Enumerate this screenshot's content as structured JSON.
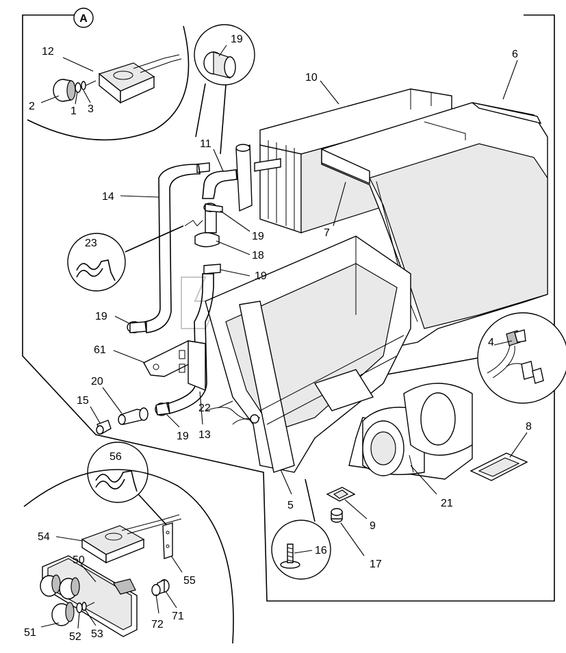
{
  "diagram": {
    "detail_marker": "A",
    "callouts": [
      {
        "id": "c1",
        "label": "1"
      },
      {
        "id": "c2",
        "label": "2"
      },
      {
        "id": "c3",
        "label": "3"
      },
      {
        "id": "c4",
        "label": "4"
      },
      {
        "id": "c5",
        "label": "5"
      },
      {
        "id": "c6",
        "label": "6"
      },
      {
        "id": "c7",
        "label": "7"
      },
      {
        "id": "c8",
        "label": "8"
      },
      {
        "id": "c9",
        "label": "9"
      },
      {
        "id": "c10",
        "label": "10"
      },
      {
        "id": "c11",
        "label": "11"
      },
      {
        "id": "c12",
        "label": "12"
      },
      {
        "id": "c13",
        "label": "13"
      },
      {
        "id": "c14",
        "label": "14"
      },
      {
        "id": "c15",
        "label": "15"
      },
      {
        "id": "c16",
        "label": "16"
      },
      {
        "id": "c17",
        "label": "17"
      },
      {
        "id": "c18",
        "label": "18"
      },
      {
        "id": "c19a",
        "label": "19"
      },
      {
        "id": "c19b",
        "label": "19"
      },
      {
        "id": "c19c",
        "label": "19"
      },
      {
        "id": "c19d",
        "label": "19"
      },
      {
        "id": "c19e",
        "label": "19"
      },
      {
        "id": "c19f",
        "label": "19"
      },
      {
        "id": "c20",
        "label": "20"
      },
      {
        "id": "c21",
        "label": "21"
      },
      {
        "id": "c22",
        "label": "22"
      },
      {
        "id": "c23",
        "label": "23"
      },
      {
        "id": "c50",
        "label": "50"
      },
      {
        "id": "c51",
        "label": "51"
      },
      {
        "id": "c52",
        "label": "52"
      },
      {
        "id": "c53",
        "label": "53"
      },
      {
        "id": "c54",
        "label": "54"
      },
      {
        "id": "c55",
        "label": "55"
      },
      {
        "id": "c56",
        "label": "56"
      },
      {
        "id": "c61",
        "label": "61"
      },
      {
        "id": "c71",
        "label": "71"
      },
      {
        "id": "c72",
        "label": "72"
      }
    ]
  }
}
